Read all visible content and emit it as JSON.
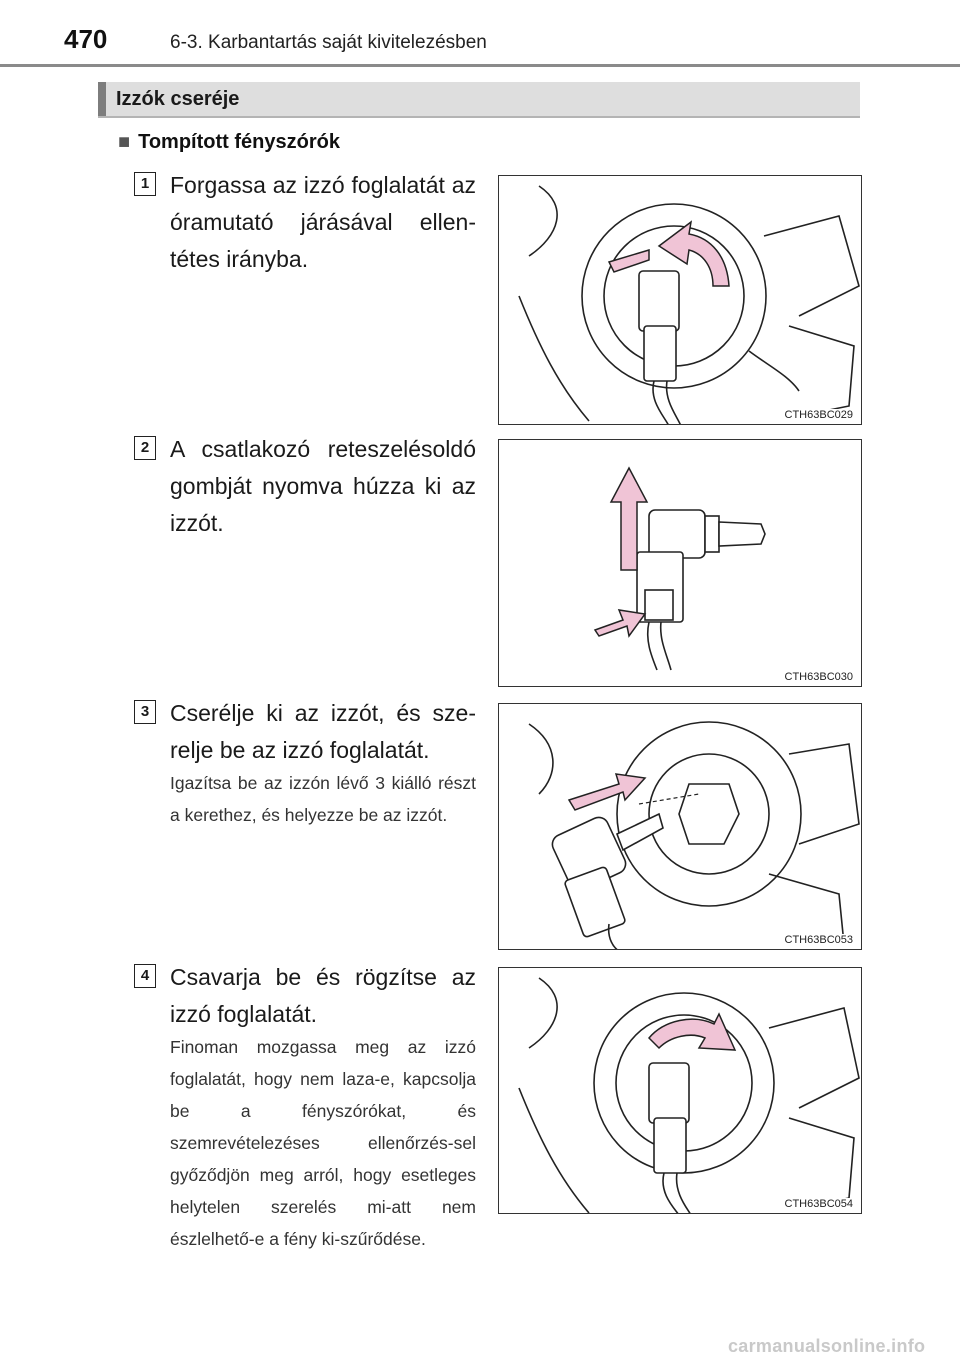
{
  "header": {
    "page_number": "470",
    "chapter_title": "6-3. Karbantartás saját kivitelezésben"
  },
  "section": {
    "title": "Izzók cseréje"
  },
  "subheading": {
    "bullet": "■",
    "title": "Tompított fényszórók"
  },
  "steps": [
    {
      "number": "1",
      "text": "Forgassa az izzó foglalatát az óramutató járásával ellen-tétes irányba.",
      "note": "",
      "figure_code": "CTH63BC029"
    },
    {
      "number": "2",
      "text": "A csatlakozó reteszelésoldó gombját nyomva húzza ki az izzót.",
      "note": "",
      "figure_code": "CTH63BC030"
    },
    {
      "number": "3",
      "text": "Cserélje ki az izzót, és sze-relje be az izzó foglalatát.",
      "note": "Igazítsa be az izzón lévő 3 kiálló részt a kerethez, és helyezze be az izzót.",
      "figure_code": "CTH63BC053"
    },
    {
      "number": "4",
      "text": "Csavarja be és rögzítse az izzó foglalatát.",
      "note": "Finoman mozgassa meg az izzó foglalatát, hogy nem laza-e, kapcsolja be a fényszórókat, és szemrevételezéses ellenőrzés-sel győződjön meg arról, hogy esetleges helytelen szerelés mi-att nem észlelhető-e a fény ki-szűrődése.",
      "figure_code": "CTH63BC054"
    }
  ],
  "colors": {
    "arrow_fill": "#f0c4d6",
    "arrow_stroke": "#222222",
    "section_bar": "#dedede",
    "watermark": "#c9c9c9"
  },
  "watermark": "carmanualsonline.info"
}
